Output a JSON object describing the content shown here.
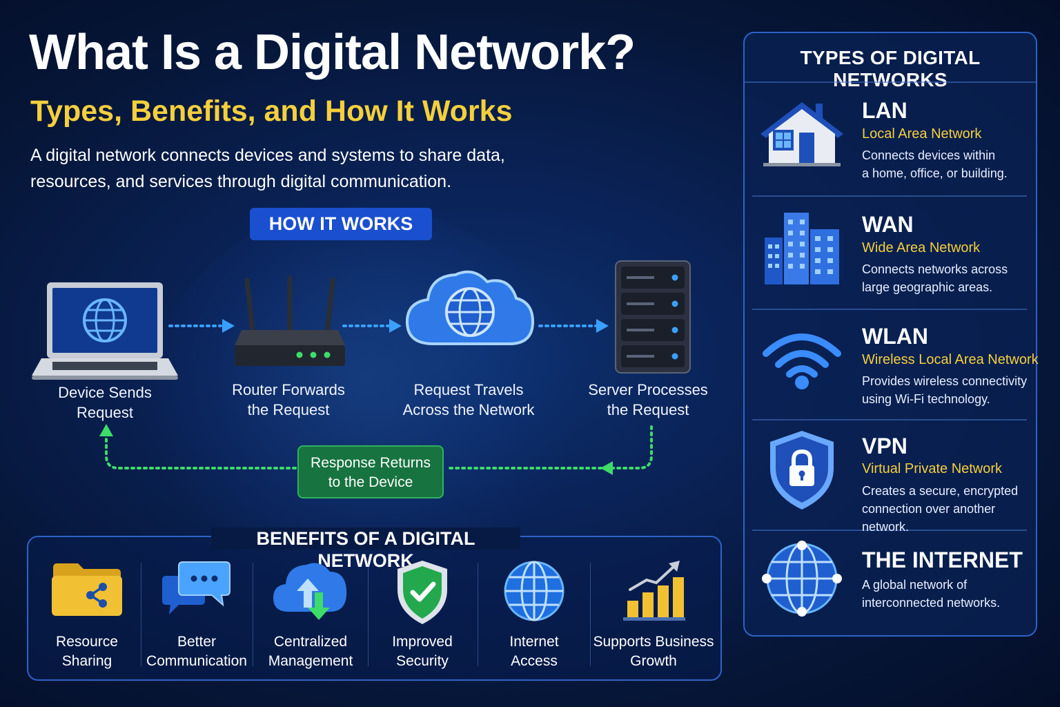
{
  "header": {
    "title": "What Is a Digital Network?",
    "subtitle": "Types, Benefits, and How It Works",
    "intro": "A digital network connects devices and systems to share data, resources, and services through digital communication."
  },
  "how_it_works": {
    "badge": "HOW IT WORKS",
    "steps": [
      {
        "label_line1": "Device Sends",
        "label_line2": "Request",
        "icon": "laptop-icon"
      },
      {
        "label_line1": "Router Forwards",
        "label_line2": "the Request",
        "icon": "router-icon"
      },
      {
        "label_line1": "Request Travels",
        "label_line2": "Across the Network",
        "icon": "cloud-globe-icon"
      },
      {
        "label_line1": "Server Processes",
        "label_line2": "the Request",
        "icon": "server-icon"
      }
    ],
    "response": {
      "line1": "Response Returns",
      "line2": "to the Device"
    }
  },
  "benefits": {
    "title": "BENEFITS OF A DIGITAL NETWORK",
    "items": [
      {
        "line1": "Resource",
        "line2": "Sharing",
        "icon": "shared-folder-icon"
      },
      {
        "line1": "Better",
        "line2": "Communication",
        "icon": "chat-bubbles-icon"
      },
      {
        "line1": "Centralized",
        "line2": "Management",
        "icon": "cloud-sync-icon"
      },
      {
        "line1": "Improved",
        "line2": "Security",
        "icon": "shield-check-icon"
      },
      {
        "line1": "Internet",
        "line2": "Access",
        "icon": "globe-icon"
      },
      {
        "line1": "Supports Business",
        "line2": "Growth",
        "icon": "growth-chart-icon"
      }
    ]
  },
  "types": {
    "title": "TYPES OF DIGITAL NETWORKS",
    "items": [
      {
        "abbr": "LAN",
        "full": "Local Area Network",
        "desc1": "Connects devices within",
        "desc2": "a home, office, or building.",
        "icon": "house-icon"
      },
      {
        "abbr": "WAN",
        "full": "Wide Area Network",
        "desc1": "Connects networks across",
        "desc2": "large geographic areas.",
        "icon": "buildings-icon"
      },
      {
        "abbr": "WLAN",
        "full": "Wireless Local Area Network",
        "desc1": "Provides wireless connectivity",
        "desc2": "using Wi-Fi technology.",
        "icon": "wifi-icon"
      },
      {
        "abbr": "VPN",
        "full": "Virtual Private Network",
        "desc1": "Creates a secure, encrypted",
        "desc2": "connection over another network.",
        "icon": "lock-shield-icon"
      },
      {
        "abbr": "THE INTERNET",
        "full": "",
        "desc1": "A global network of",
        "desc2": "interconnected networks.",
        "icon": "internet-globe-icon"
      }
    ]
  },
  "colors": {
    "background": "#071a44",
    "accent_yellow": "#f5cf3c",
    "accent_blue": "#1a4fcf",
    "flow_blue": "#3aa0ff",
    "flow_green": "#3ddc6a",
    "response_green": "#17733f"
  }
}
